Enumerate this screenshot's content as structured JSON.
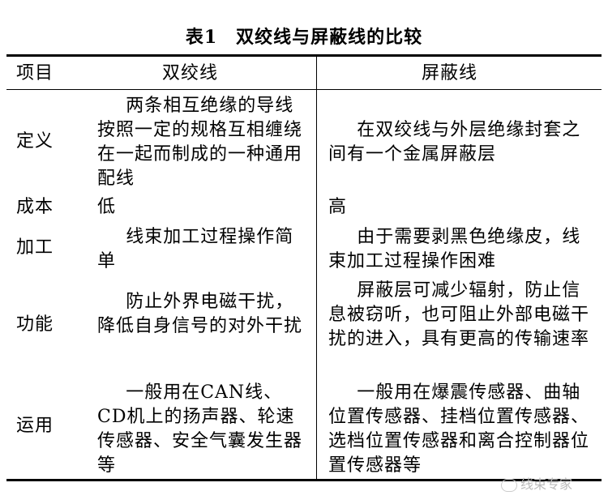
{
  "title": "表1　双绞线与屏蔽线的比较",
  "headers": [
    "项目",
    "双绞线",
    "屏蔽线"
  ],
  "rows": [
    {
      "item": "定义",
      "twisted": "两条相互绝缘的导线按照一定的规格互相缠绕在一起而制成的一种通用配线",
      "shielded": "在双绞线与外层绝缘封套之间有一个金属屏蔽层"
    },
    {
      "item": "成本",
      "twisted": "低",
      "shielded": "高"
    },
    {
      "item": "加工",
      "twisted": "线束加工过程操作简单",
      "shielded": "由于需要剥黑色绝缘皮，线束加工过程操作困难"
    },
    {
      "item": "功能",
      "twisted": "防止外界电磁干扰，降低自身信号的对外干扰",
      "shielded": "屏蔽层可减少辐射，防止信息被窃听，也可阻止外部电磁干扰的进入，具有更高的传输速率"
    },
    {
      "item": "运用",
      "twisted": "一般用在CAN线、CD机上的扬声器、轮速传感器、安全气囊发生器等",
      "shielded": "一般用在爆震传感器、曲轴位置传感器、挂档位置传感器、选档位置传感器和离合控制器位置传感器等"
    }
  ],
  "watermark": "线束专家"
}
